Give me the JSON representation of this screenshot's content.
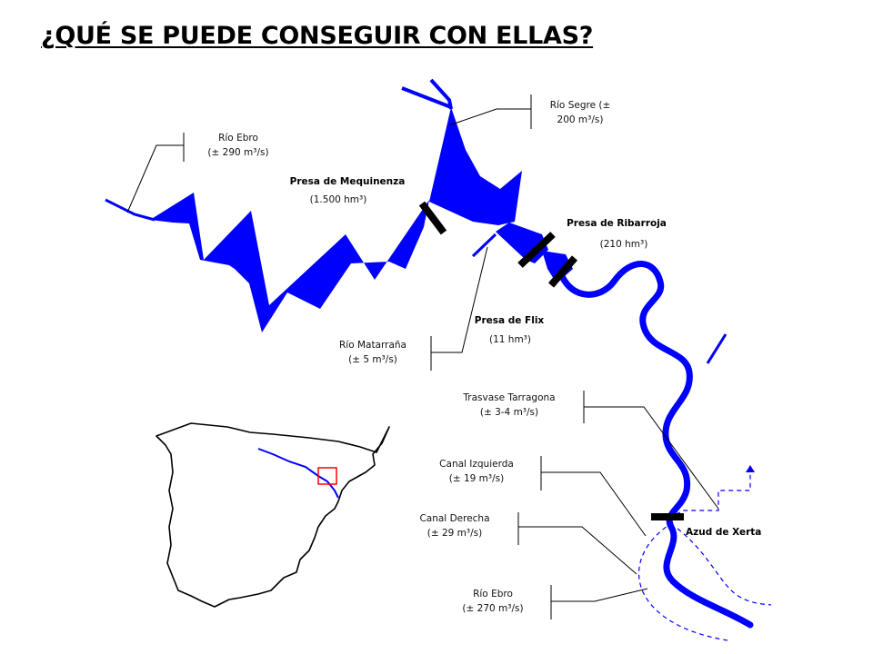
{
  "title": "¿QUÉ SE PUEDE CONSEGUIR CON ELLAS?",
  "colors": {
    "river": "#0000ff",
    "dam": "#000000",
    "marker": "#ff0000"
  },
  "labels": {
    "ebro_in": {
      "name": "Río Ebro",
      "flow": "(± 290 m³/s)"
    },
    "segre": {
      "line1": "Río Segre (±",
      "line2": "200 m³/s)"
    },
    "mequinenza": {
      "name": "Presa de Mequinenza",
      "capacity": "(1.500 hm³)"
    },
    "ribarroja": {
      "name": "Presa de Ribarroja",
      "capacity": "(210 hm³)"
    },
    "flix": {
      "name": "Presa de Flix",
      "capacity": "(11 hm³)"
    },
    "matarrana": {
      "name": "Río Matarraña",
      "flow": "(± 5 m³/s)"
    },
    "tarragona": {
      "name": "Trasvase Tarragona",
      "flow": "(± 3-4 m³/s)"
    },
    "izquierda": {
      "name": "Canal Izquierda",
      "flow": "(± 19 m³/s)"
    },
    "derecha": {
      "name": "Canal Derecha",
      "flow": "(± 29 m³/s)"
    },
    "ebro_out": {
      "name": "Río Ebro",
      "flow": "(± 270 m³/s)"
    },
    "xerta": {
      "name": "Azud de Xerta"
    }
  }
}
